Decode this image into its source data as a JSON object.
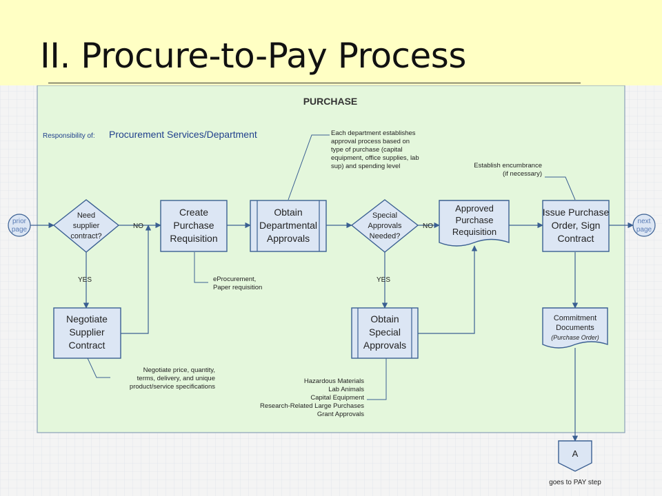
{
  "slide": {
    "title": "II.  Procure-to-Pay Process"
  },
  "colors": {
    "slide_bg": "#FFFFC4",
    "grid_bg": "#F4F4F4",
    "grid_line": "#D6DCE6",
    "swimlane_fill": "#E4F7DC",
    "swimlane_border": "#8AA0B8",
    "shape_fill": "#DCE6F4",
    "shape_stroke": "#3A5F92",
    "connector": "#3A5F92",
    "lane_label_blue": "#1F3F8C"
  },
  "diagram": {
    "lane_title": "PURCHASE",
    "responsibility_label": "Responsibility of:",
    "responsibility_value": "Procurement Services/Department",
    "connectors": {
      "prior": [
        "prior",
        "page"
      ],
      "next": [
        "next",
        "page"
      ],
      "offpage": "A"
    },
    "decisions": {
      "need_contract": [
        "Need",
        "supplier",
        "contract?"
      ],
      "special": [
        "Special",
        "Approvals",
        "Needed?"
      ]
    },
    "processes": {
      "create_req": [
        "Create",
        "Purchase",
        "Requisition"
      ],
      "obtain_dept": [
        "Obtain",
        "Departmental",
        "Approvals"
      ],
      "issue_po": [
        "Issue Purchase",
        "Order, Sign",
        "Contract"
      ],
      "negotiate": [
        "Negotiate",
        "Supplier",
        "Contract"
      ],
      "obtain_special": [
        "Obtain",
        "Special",
        "Approvals"
      ]
    },
    "documents": {
      "approved_req": [
        "Approved",
        "Purchase",
        "Requisition"
      ],
      "commitment": [
        "Commitment",
        "Documents",
        "(Purchase Order)"
      ]
    },
    "flow_labels": {
      "no1": "NO",
      "no2": "NO",
      "yes1": "YES",
      "yes2": "YES"
    },
    "annotations": {
      "approval": [
        "Each department establishes",
        "approval process based on",
        "type of purchase (capital",
        "equipment, office supplies, lab",
        "sup) and spending level"
      ],
      "encumbrance": [
        "Establish encumbrance",
        "(if necessary)"
      ],
      "eprocurement": [
        "eProcurement,",
        "Paper requisition"
      ],
      "negotiate": [
        "Negotiate price, quantity,",
        "terms, delivery, and unique",
        "product/service specifications"
      ],
      "special_items": [
        "Hazardous Materials",
        "Lab Animals",
        "Capital Equipment",
        "Research-Related Large Purchases",
        "Grant Approvals"
      ]
    },
    "goes_to": "goes to PAY step"
  }
}
